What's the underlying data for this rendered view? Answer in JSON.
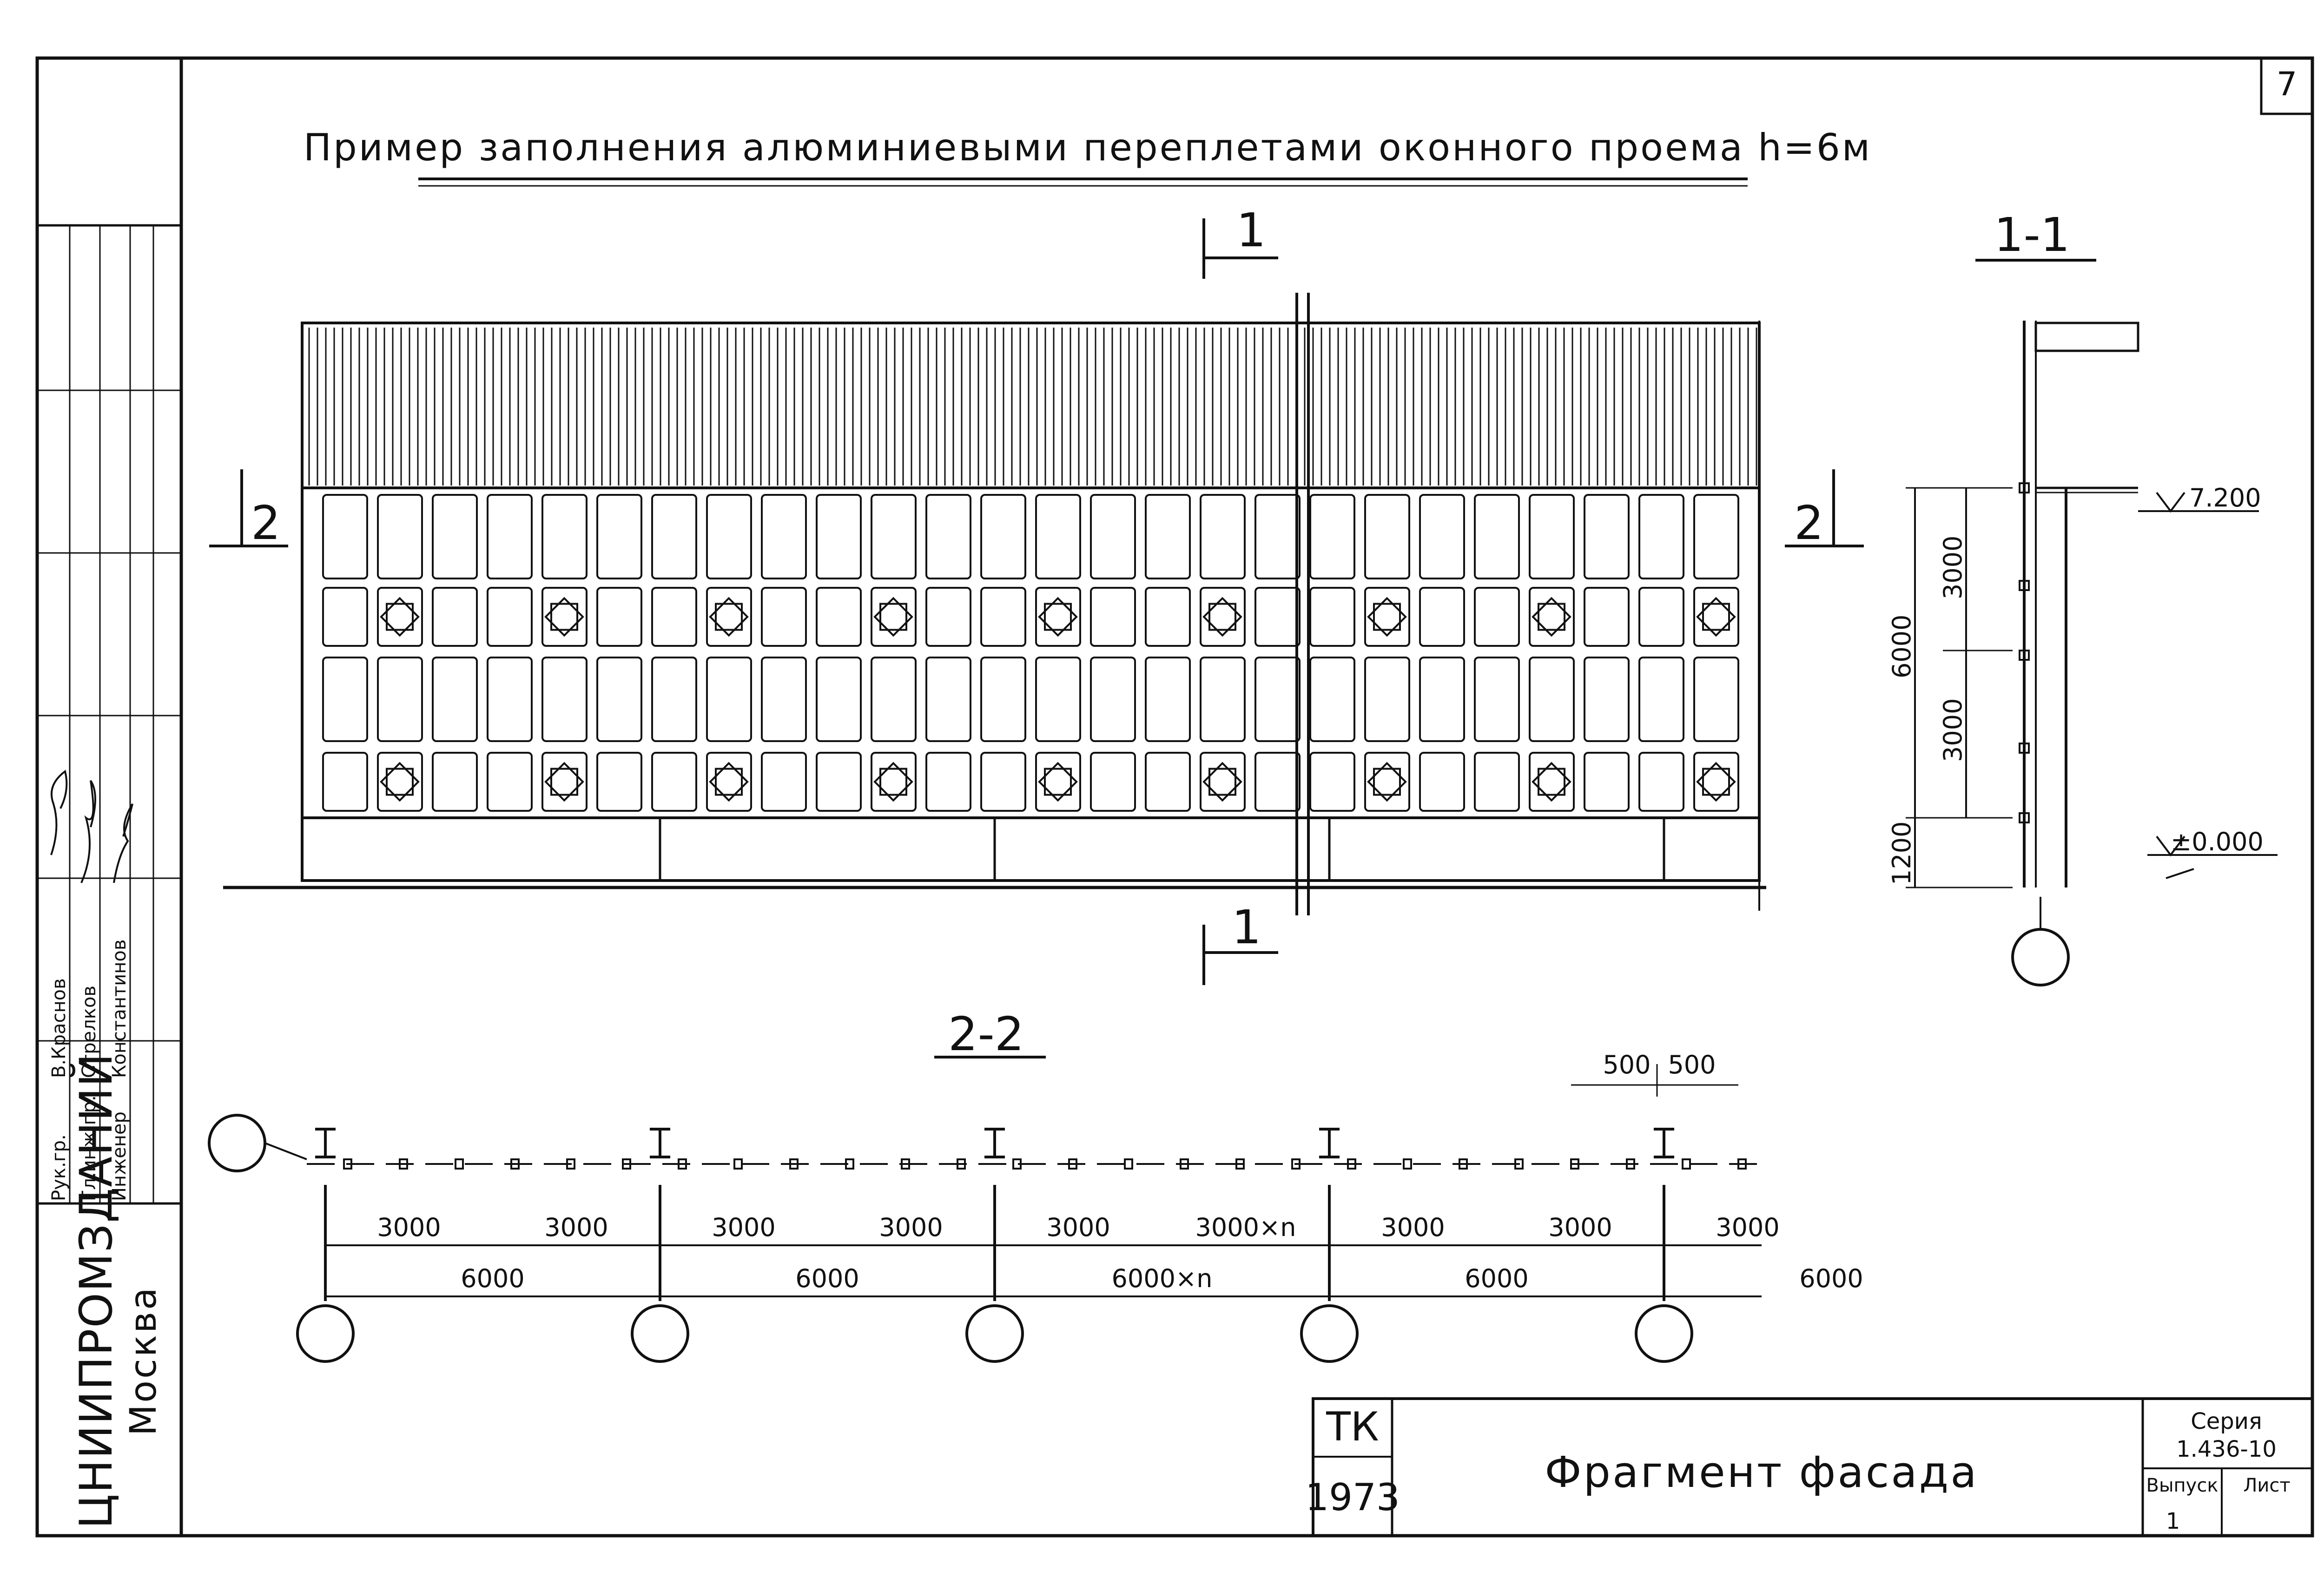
{
  "sheet": {
    "title": "Пример заполнения алюминиевыми переплетами оконного проема h=6м",
    "sheet_number": "7",
    "org_name": "ЦНИИПРОМЗДАНИЙ",
    "city": "Москва"
  },
  "stamp_roles": [
    {
      "role": "Рук.гр.",
      "name": "В.Краснов"
    },
    {
      "role": "Гл.инж.пр.",
      "name": "Стрелков"
    },
    {
      "role": "Инженер",
      "name": "Константинов"
    }
  ],
  "sections": {
    "section_1_1": "1-1",
    "section_2_2": "2-2",
    "mark_1": "1",
    "mark_2": "2"
  },
  "section_1_1": {
    "dim_total": "6000",
    "dim_upper": "3000",
    "dim_lower": "3000",
    "dim_sill": "1200",
    "elev_top": "7.200",
    "elev_zero": "±0.000"
  },
  "plan_2_2": {
    "top_dims": [
      "500",
      "500"
    ],
    "row1": [
      "3000",
      "3000",
      "3000",
      "3000",
      "3000",
      "3000×n",
      "3000",
      "3000",
      "3000"
    ],
    "row2": [
      "6000",
      "6000",
      "6000×n",
      "6000",
      "6000"
    ]
  },
  "title_block": {
    "code_top": "ТК",
    "code_year": "1973",
    "drawing_title": "Фрагмент фасада",
    "series_label": "Серия",
    "series_value": "1.436-10",
    "issue_label": "Выпуск",
    "sheet_label": "Лист",
    "issue_value": "1"
  }
}
